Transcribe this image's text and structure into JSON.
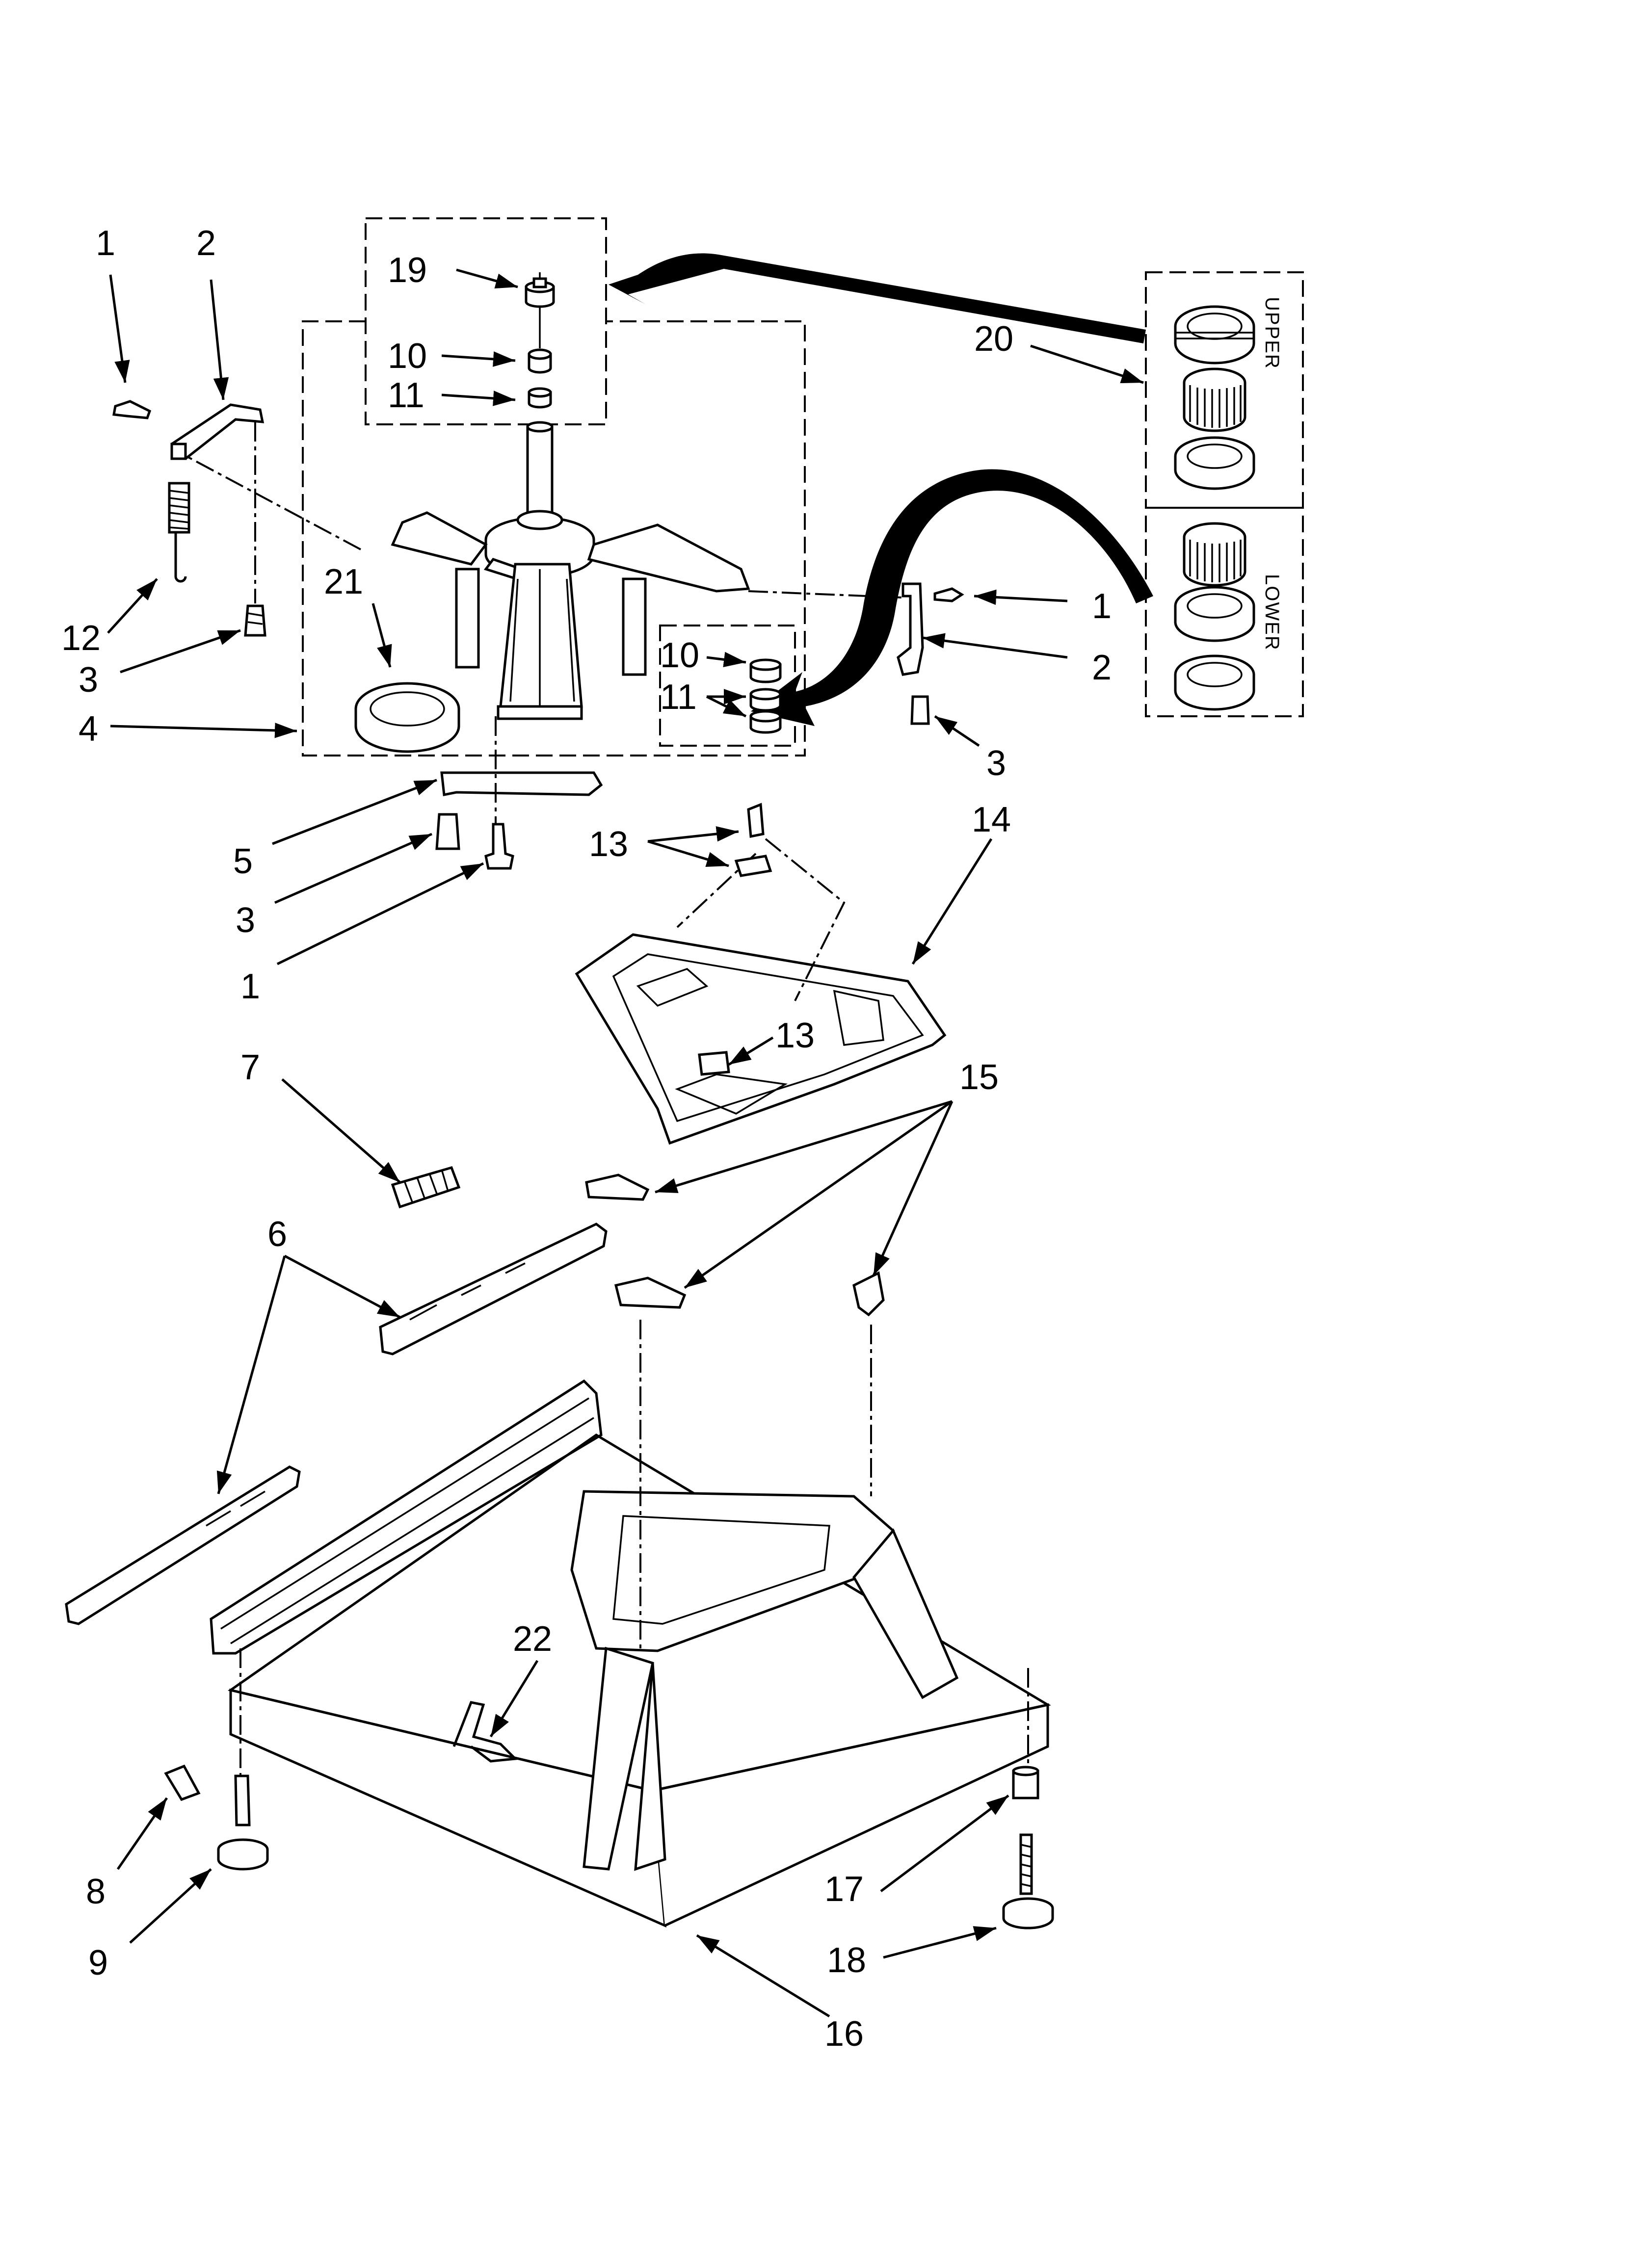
{
  "diagram": {
    "callouts": {
      "c1_top_left": "1",
      "c2_top_left": "2",
      "c19": "19",
      "c10_top": "10",
      "c11_top": "11",
      "c20": "20",
      "c21": "21",
      "c12": "12",
      "c3_left": "3",
      "c4": "4",
      "c10_mid": "10",
      "c11_mid": "11",
      "c1_right": "1",
      "c2_right": "2",
      "c3_right": "3",
      "c5": "5",
      "c3_lower": "3",
      "c1_lower": "1",
      "c13_top": "13",
      "c14": "14",
      "c13_mid": "13",
      "c7": "7",
      "c15": "15",
      "c6": "6",
      "c22": "22",
      "c8": "8",
      "c9": "9",
      "c17": "17",
      "c18": "18",
      "c16": "16"
    },
    "kit_labels": {
      "upper": "UPPER",
      "lower": "LOWER"
    }
  }
}
